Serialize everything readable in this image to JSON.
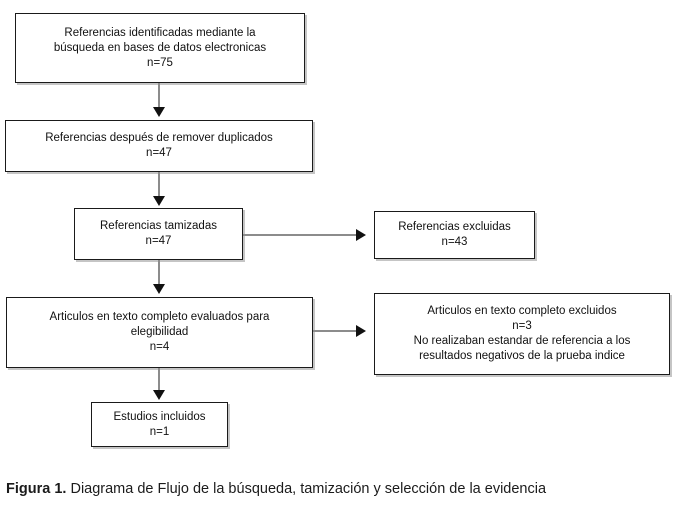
{
  "figure": {
    "caption_label": "Figura 1.",
    "caption_text": " Diagrama de Flujo de la búsqueda, tamización y selección de la evidencia"
  },
  "diagram": {
    "type": "prisma-flow-diagram",
    "boxes": [
      {
        "id": "identificacion",
        "lines": [
          "Referencias identificadas mediante la",
          "búsqueda en bases de datos electronicas",
          "n=75"
        ],
        "n": 75
      },
      {
        "id": "duplicados",
        "lines": [
          "Referencias después de remover duplicados",
          "n=47"
        ],
        "n": 47
      },
      {
        "id": "tamizadas",
        "lines": [
          "Referencias tamizadas",
          "n=47"
        ],
        "n": 47
      },
      {
        "id": "excluidas",
        "lines": [
          "Referencias excluidas",
          "n=43"
        ],
        "n": 43
      },
      {
        "id": "elegibilidad",
        "lines": [
          "Articulos en texto completo evaluados para",
          "elegibilidad",
          "n=4"
        ],
        "n": 4
      },
      {
        "id": "texto-completo-excluidos",
        "lines": [
          "Articulos en texto completo excluidos",
          "n=3",
          "No realizaban estandar de referencia a los",
          "resultados negativos de la prueba indice"
        ],
        "n": 3
      },
      {
        "id": "incluidos",
        "lines": [
          "Estudios incluidos",
          "n=1"
        ],
        "n": 1
      }
    ],
    "colors": {
      "box_border": "#1a1a1a",
      "box_fill": "#ffffff",
      "connector": "#8c8c8c",
      "arrow_head": "#111111",
      "text": "#111111"
    }
  }
}
